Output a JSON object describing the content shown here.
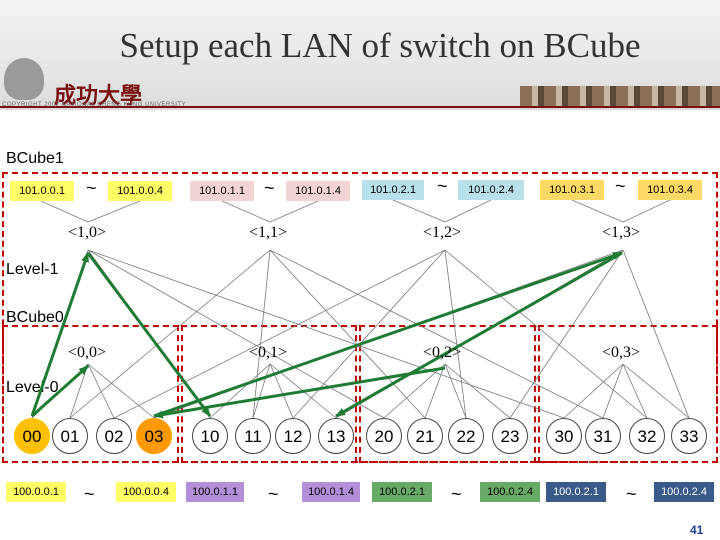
{
  "title": "Setup each LAN of switch on BCube",
  "logo_text": "成功大學",
  "copyright": "COPYRIGHT 2007 NATIONAL CHENG KUNG UNIVERSITY",
  "page_number": "41",
  "regions": {
    "bcube1": "BCube1",
    "bcube0": "BCube0",
    "level1": "Level-1",
    "level0": "Level-0"
  },
  "tilde": "~",
  "level1_switches": [
    "<1,0>",
    "<1,1>",
    "<1,2>",
    "<1,3>"
  ],
  "level0_switches": [
    "<0,0>",
    "<0,1>",
    "<0,2>",
    "<0,3>"
  ],
  "level1_ranges": [
    {
      "start": "101.0.0.1",
      "end": "101.0.0.4",
      "color": "#ffff66"
    },
    {
      "start": "101.0.1.1",
      "end": "101.0.1.4",
      "color": "#f2d4d4"
    },
    {
      "start": "101.0.2.1",
      "end": "101.0.2.4",
      "color": "#b8e0ea"
    },
    {
      "start": "101.0.3.1",
      "end": "101.0.3.4",
      "color": "#ffd966"
    }
  ],
  "servers": [
    "00",
    "01",
    "02",
    "03",
    "10",
    "11",
    "12",
    "13",
    "20",
    "21",
    "22",
    "23",
    "30",
    "31",
    "32",
    "33"
  ],
  "server_colors": {
    "00": "#ffc000",
    "03": "#ff9900"
  },
  "level0_ranges": [
    {
      "start": "100.0.0.1",
      "end": "100.0.0.4",
      "color": "#ffff66"
    },
    {
      "start": "100.0.1.1",
      "end": "100.0.1.4",
      "color": "#b38fd9"
    },
    {
      "start": "100.0.2.1",
      "end": "100.0.2.4",
      "color": "#66aa66"
    },
    {
      "start": "100.0.2.1",
      "end": "100.0.2.4",
      "color": "#3a5a8a"
    }
  ],
  "arrow_color": "#1e7b34"
}
